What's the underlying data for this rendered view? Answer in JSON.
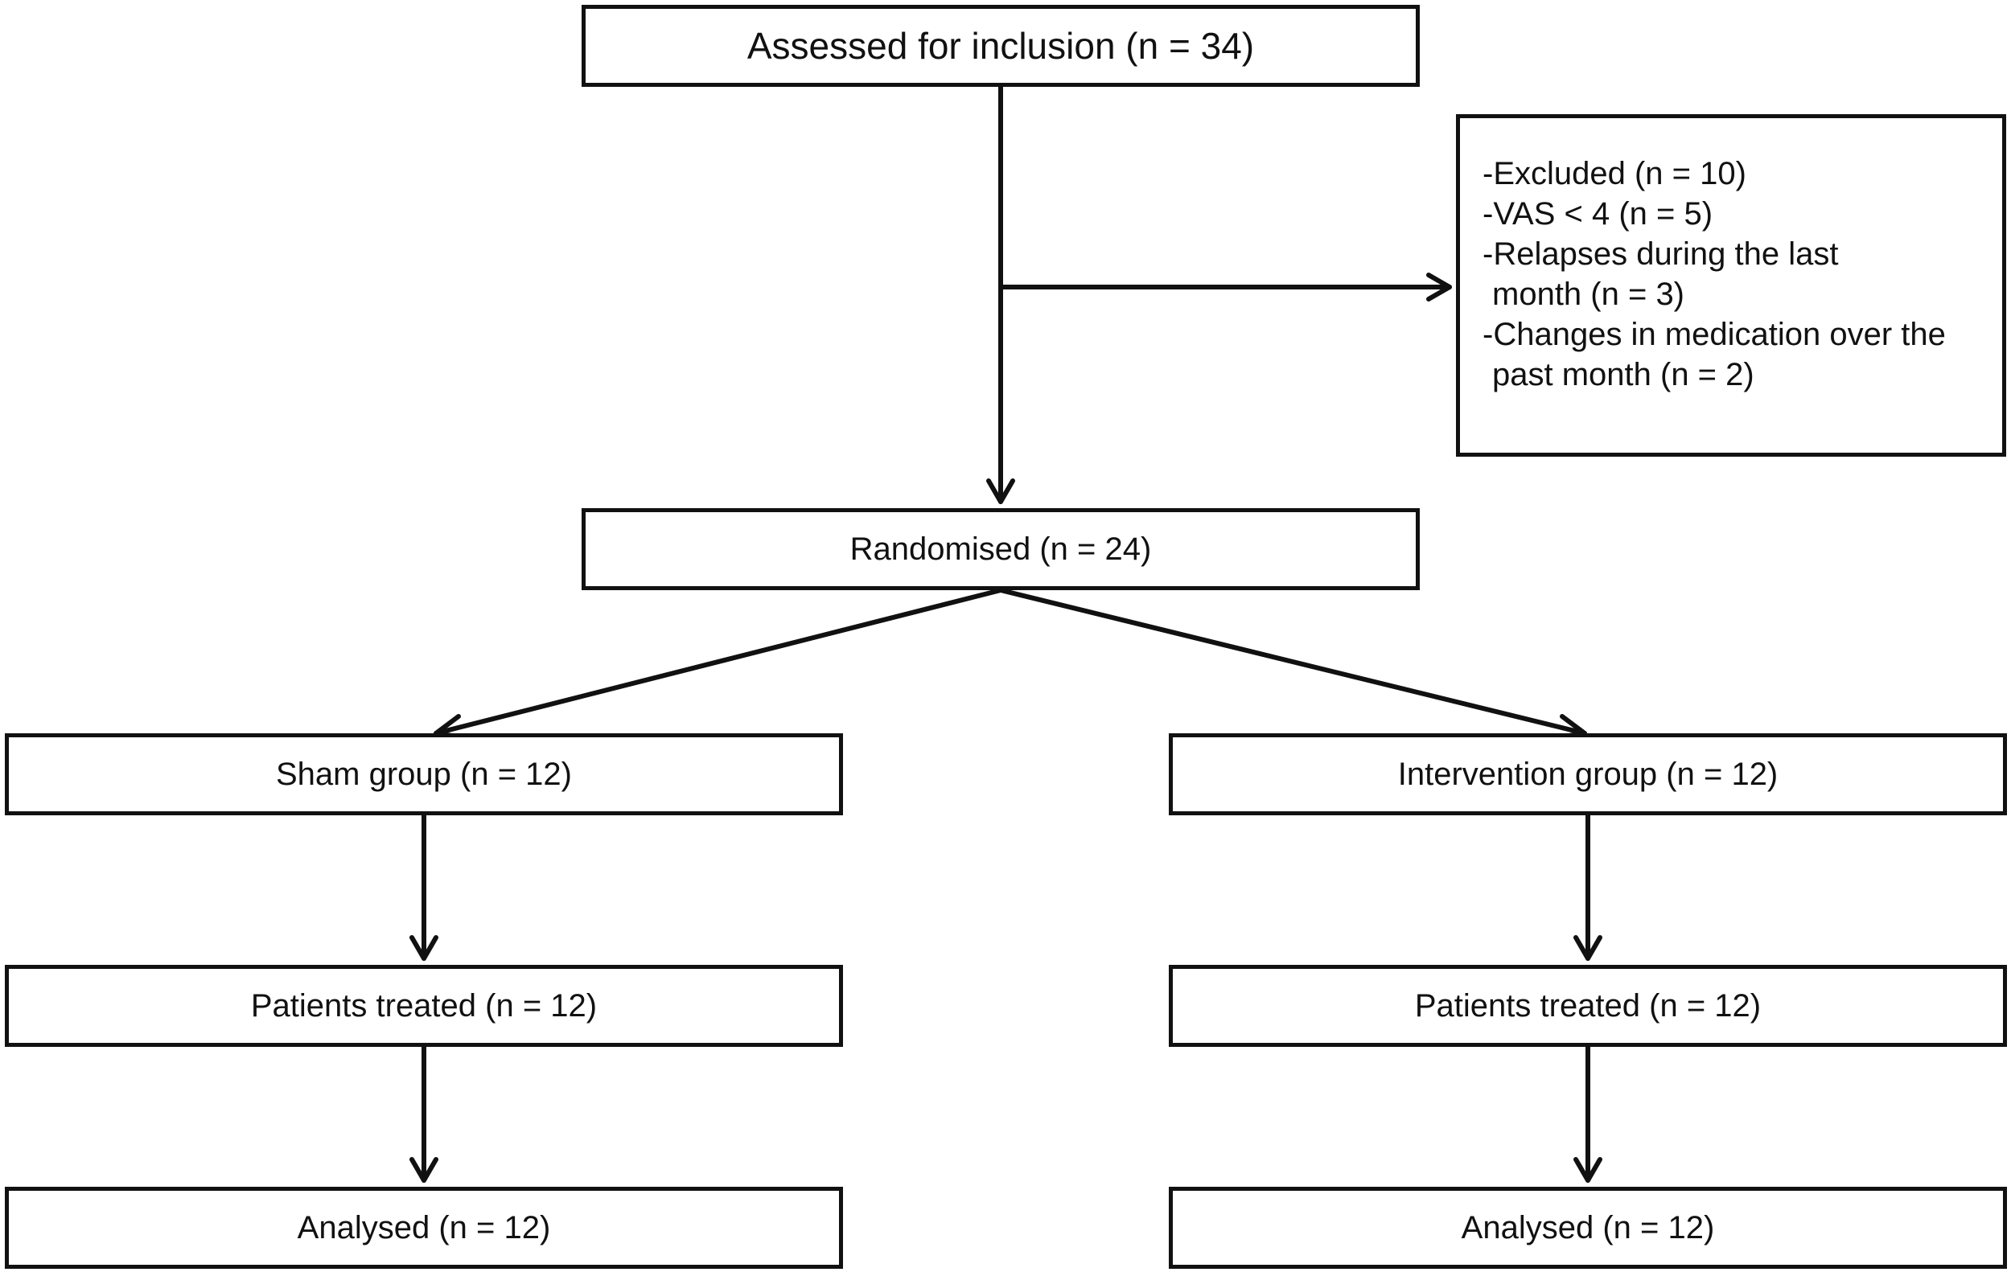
{
  "flowchart": {
    "assessed": "Assessed for inclusion (n = 34)",
    "excluded": {
      "lines": [
        "-Excluded (n = 10)",
        "-VAS < 4 (n = 5)",
        "-Relapses during the last",
        "month (n = 3)",
        "-Changes in medication over the",
        "past month (n = 2)"
      ]
    },
    "randomised": "Randomised (n = 24)",
    "sham": {
      "group": "Sham group (n = 12)",
      "treated": "Patients treated (n = 12)",
      "analysed": "Analysed (n = 12)"
    },
    "intervention": {
      "group": "Intervention group (n = 12)",
      "treated": "Patients treated (n = 12)",
      "analysed": "Analysed (n = 12)"
    }
  },
  "colors": {
    "stroke": "#111111",
    "background": "#ffffff"
  }
}
